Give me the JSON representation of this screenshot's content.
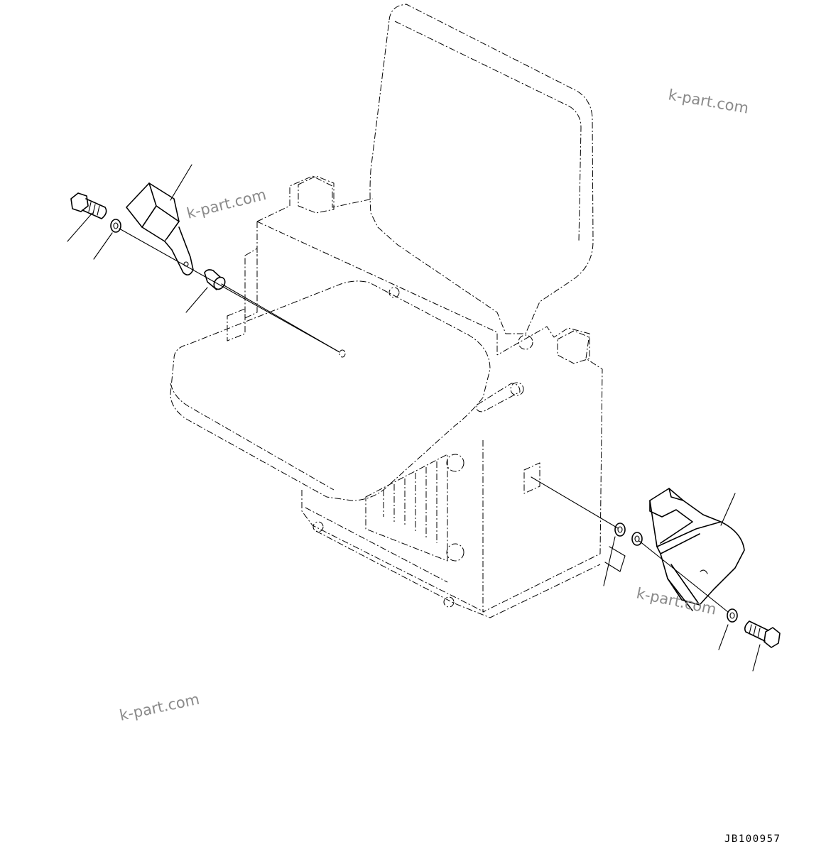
{
  "watermarks": [
    "k-part.com",
    "k-part.com",
    "k-part.com",
    "k-part.com"
  ],
  "drawing_code": "JB100957",
  "components": {
    "seat_assembly": "seat-assembly",
    "seat_belt_buckle_left": "seat-belt-buckle",
    "seat_belt_retractor_right": "seat-belt-retractor",
    "bolts": "bolt-icon",
    "washers": "washer-icon",
    "collar": "collar-icon"
  }
}
